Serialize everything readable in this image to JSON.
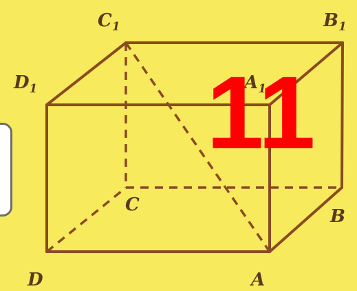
{
  "vertices": {
    "C1": {
      "base": "C",
      "sub": "1"
    },
    "B1": {
      "base": "B",
      "sub": "1"
    },
    "D1": {
      "base": "D",
      "sub": "1"
    },
    "A1": {
      "base": "A",
      "sub": "1"
    },
    "C": {
      "base": "C",
      "sub": ""
    },
    "B": {
      "base": "B",
      "sub": ""
    },
    "D": {
      "base": "D",
      "sub": ""
    },
    "A": {
      "base": "A",
      "sub": ""
    }
  },
  "badge": {
    "number": "11"
  },
  "colors": {
    "background": "#f7ea5c",
    "edges": "#8a4a22",
    "number": "#ff0000"
  }
}
